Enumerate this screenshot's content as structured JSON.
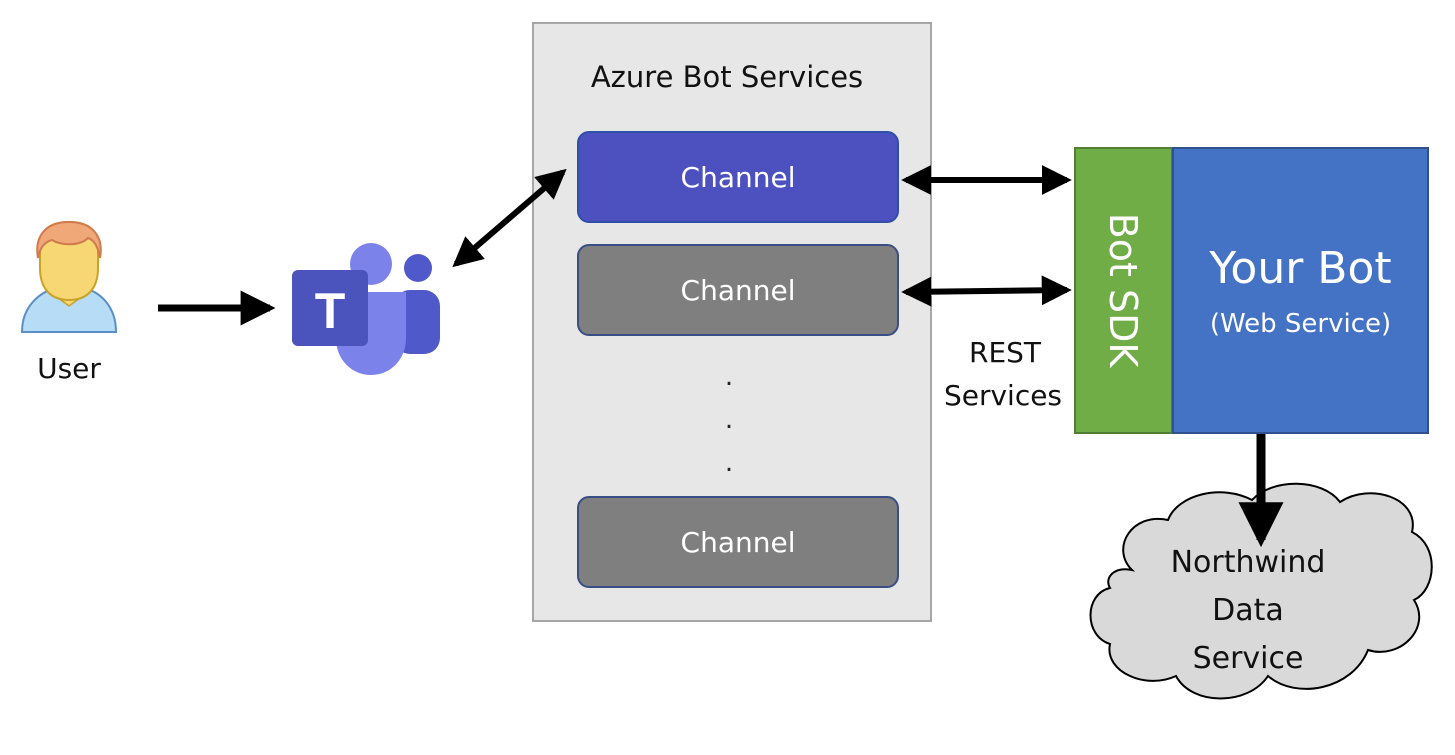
{
  "user": {
    "label": "User"
  },
  "azure": {
    "title": "Azure Bot Services",
    "channels": [
      {
        "label": "Channel"
      },
      {
        "label": "Channel"
      },
      {
        "label": "Channel"
      }
    ],
    "ellipsis": [
      ".",
      ".",
      "."
    ]
  },
  "rest": {
    "line1": "REST",
    "line2": "Services"
  },
  "sdk": {
    "label": "Bot SDK"
  },
  "bot": {
    "title": "Your Bot",
    "subtitle": "(Web Service)"
  },
  "cloud": {
    "line1": "Northwind",
    "line2": "Data",
    "line3": "Service"
  },
  "colors": {
    "active_channel": "#4c51bf",
    "idle_channel": "#7f7f7f",
    "sdk": "#70ad47",
    "bot": "#4472c4",
    "panel": "#e7e7e7",
    "cloud": "#d9d9d9",
    "teams": "#5059c9"
  },
  "icons": {
    "user": "user-icon",
    "teams": "teams-logo-icon"
  }
}
